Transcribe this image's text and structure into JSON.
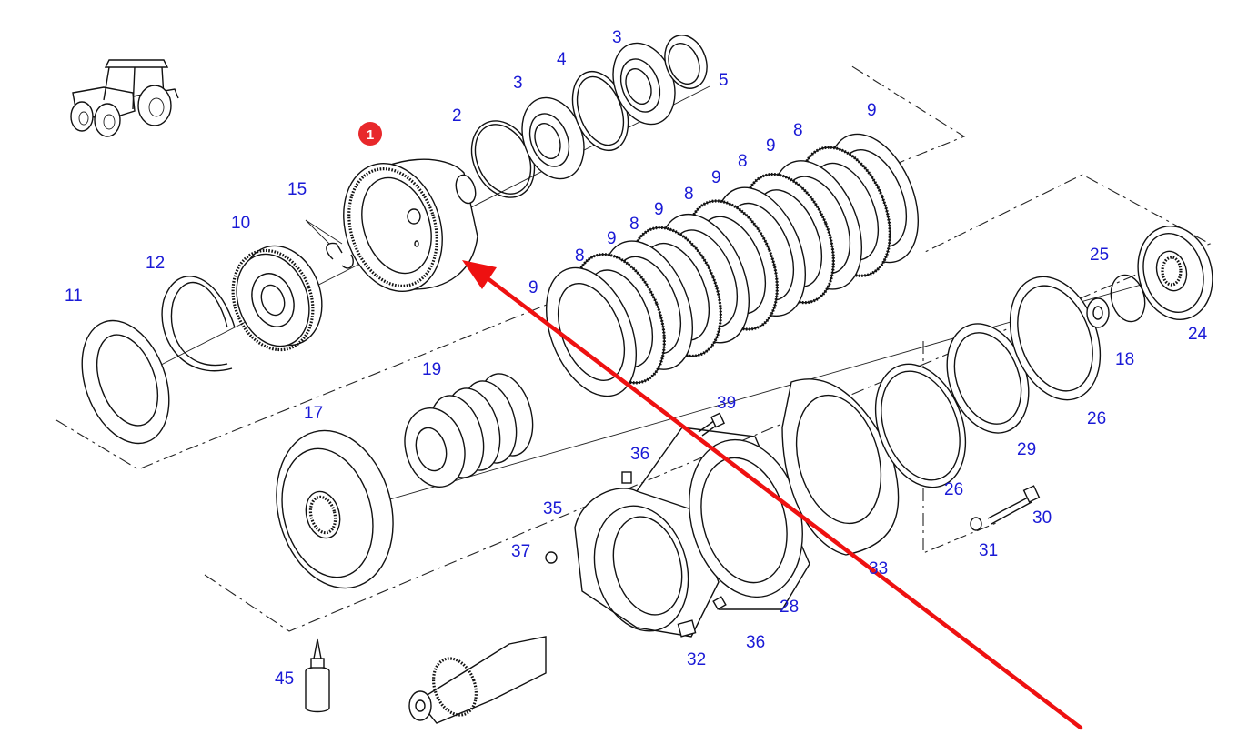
{
  "diagram": {
    "title": "Tractor transmission clutch pack – exploded parts view",
    "highlight": {
      "badge_label": "1",
      "badge_color": "#e8282b",
      "arrow_color": "#ee1111",
      "highlighted_part": "1"
    },
    "callout_color": "#1a1ad6",
    "callouts": [
      {
        "id": "c-2",
        "label": "2"
      },
      {
        "id": "c-3a",
        "label": "3"
      },
      {
        "id": "c-4",
        "label": "4"
      },
      {
        "id": "c-3b",
        "label": "3"
      },
      {
        "id": "c-5",
        "label": "5"
      },
      {
        "id": "c-9a",
        "label": "9"
      },
      {
        "id": "c-8a",
        "label": "8"
      },
      {
        "id": "c-9b",
        "label": "9"
      },
      {
        "id": "c-8b",
        "label": "8"
      },
      {
        "id": "c-9c",
        "label": "9"
      },
      {
        "id": "c-8c",
        "label": "8"
      },
      {
        "id": "c-9d",
        "label": "9"
      },
      {
        "id": "c-8d",
        "label": "8"
      },
      {
        "id": "c-9e",
        "label": "9"
      },
      {
        "id": "c-8e",
        "label": "8"
      },
      {
        "id": "c-9f",
        "label": "9"
      },
      {
        "id": "c-15",
        "label": "15"
      },
      {
        "id": "c-10",
        "label": "10"
      },
      {
        "id": "c-12",
        "label": "12"
      },
      {
        "id": "c-11",
        "label": "11"
      },
      {
        "id": "c-25",
        "label": "25"
      },
      {
        "id": "c-24",
        "label": "24"
      },
      {
        "id": "c-18",
        "label": "18"
      },
      {
        "id": "c-26a",
        "label": "26"
      },
      {
        "id": "c-29",
        "label": "29"
      },
      {
        "id": "c-26b",
        "label": "26"
      },
      {
        "id": "c-30",
        "label": "30"
      },
      {
        "id": "c-31",
        "label": "31"
      },
      {
        "id": "c-33",
        "label": "33"
      },
      {
        "id": "c-28",
        "label": "28"
      },
      {
        "id": "c-19",
        "label": "19"
      },
      {
        "id": "c-17",
        "label": "17"
      },
      {
        "id": "c-39",
        "label": "39"
      },
      {
        "id": "c-36a",
        "label": "36"
      },
      {
        "id": "c-35",
        "label": "35"
      },
      {
        "id": "c-37",
        "label": "37"
      },
      {
        "id": "c-36b",
        "label": "36"
      },
      {
        "id": "c-32",
        "label": "32"
      },
      {
        "id": "c-45",
        "label": "45"
      }
    ],
    "icons": {
      "vehicle": "tractor-icon"
    }
  }
}
